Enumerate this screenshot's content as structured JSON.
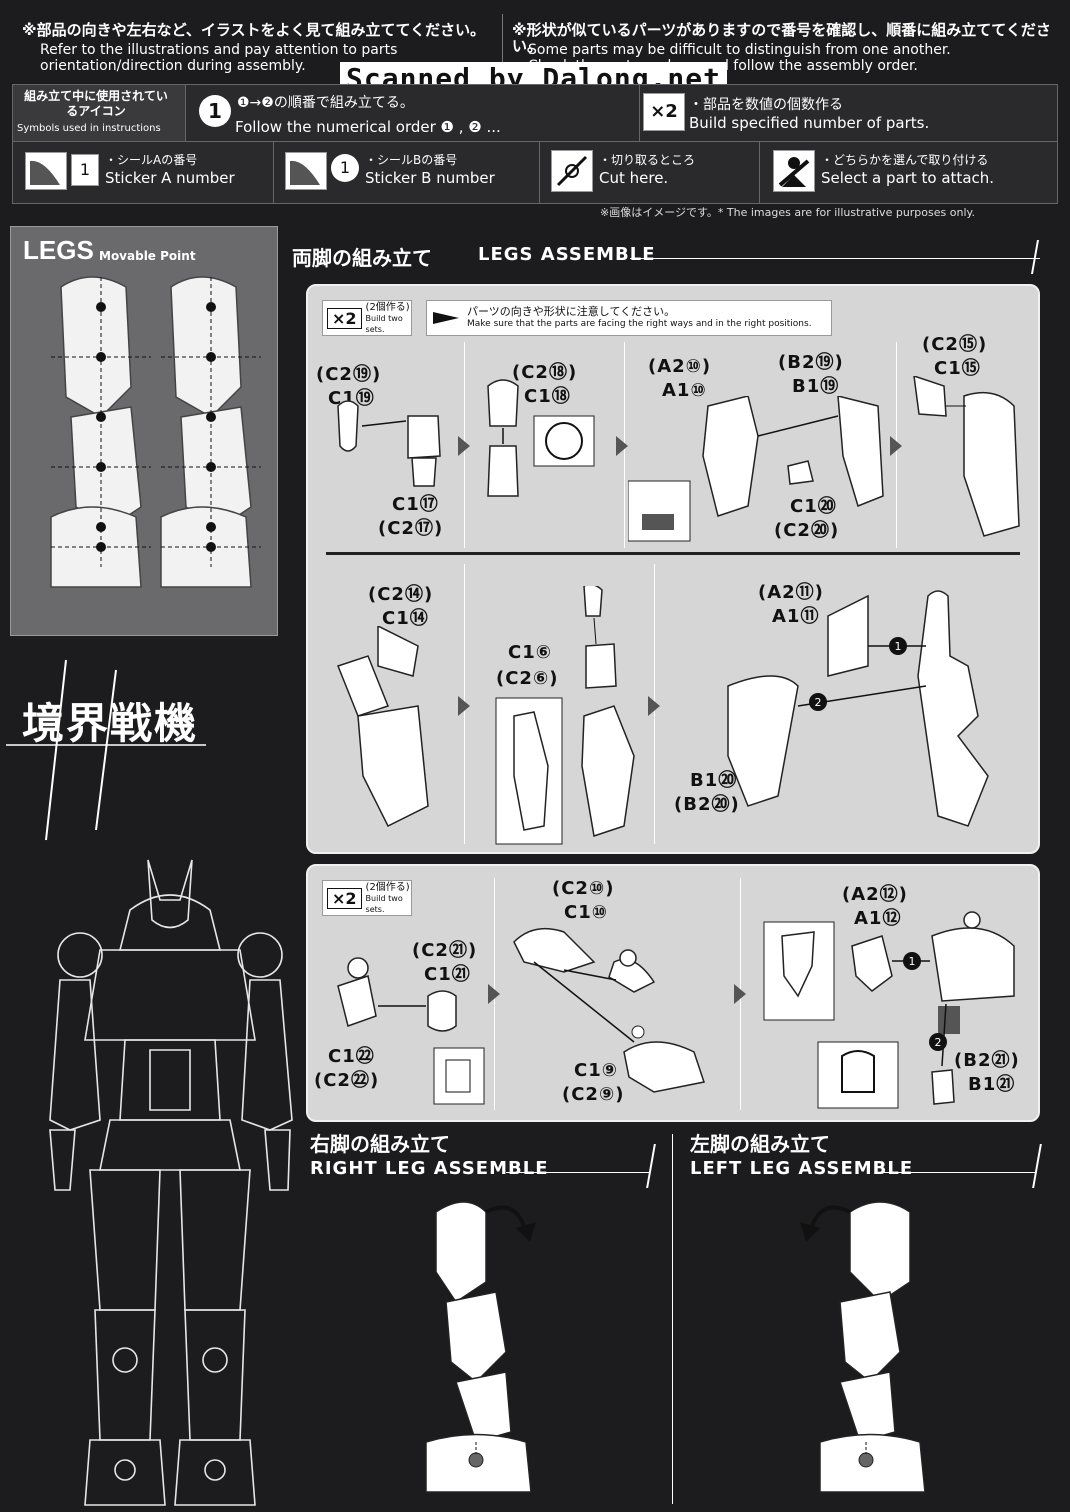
{
  "header": {
    "note1_jp": "※部品の向きや左右など、イラストをよく見て組み立ててください。",
    "note1_en": "Refer to the illustrations and pay attention to parts orientation/direction during assembly.",
    "note2_jp": "※形状が似ているパーツがありますので番号を確認し、順番に組み立ててください。",
    "note2_en": "Some parts may be difficult to distinguish from one another. Check the part numbers and follow the assembly order.",
    "watermark": "Scanned by Dalong.net"
  },
  "symbols": {
    "title_jp": "組み立て中に使用されているアイコン",
    "title_en": "Symbols used in instructions",
    "order_icon": "1",
    "order_jp": "❶→❷の順番で組み立てる。",
    "order_en": "Follow the numerical order ❶ , ❷ ...",
    "multi_icon": "×2",
    "multi_jp": "・部品を数値の個数作る",
    "multi_en": "Build specified number of parts.",
    "stickerA_num": "1",
    "stickerA_jp": "・シールAの番号",
    "stickerA_en": "Sticker A number",
    "stickerB_num": "1",
    "stickerB_jp": "・シールBの番号",
    "stickerB_en": "Sticker B number",
    "cut_jp": "・切り取るところ",
    "cut_en": "Cut here.",
    "select_jp": "・どちらかを選んで取り付ける",
    "select_en": "Select a part to attach.",
    "image_note": "※画像はイメージです。* The images are for illustrative purposes only."
  },
  "legs_box": {
    "title": "LEGS",
    "subtitle": "Movable Point"
  },
  "logo_text": "境界戦機",
  "section_title": {
    "jp": "両脚の組み立て",
    "en": "LEGS ASSEMBLE"
  },
  "panel1": {
    "x2_icon": "×2",
    "x2_jp": "(2個作る)",
    "x2_en": "Build two sets.",
    "note_jp": "パーツの向きや形状に注意してください。",
    "note_en": "Make sure that the parts are facing the right ways and in the right positions.",
    "labels": [
      "(C2⑲)",
      "C1⑲",
      "C1⑰",
      "(C2⑰)",
      "(C2⑱)",
      "C1⑱",
      "(A2⑩)",
      "A1⑩",
      "(B2⑲)",
      "B1⑲",
      "C1⑳",
      "(C2⑳)",
      "(C2⑮)",
      "C1⑮"
    ]
  },
  "panel1b": {
    "labels": [
      "(C2⑭)",
      "C1⑭",
      "C1⑥",
      "(C2⑥)",
      "(A2⑪)",
      "A1⑪",
      "B1⑳",
      "(B2⑳)"
    ],
    "step1": "1",
    "step2": "2"
  },
  "panel2": {
    "x2_icon": "×2",
    "x2_jp": "(2個作る)",
    "x2_en": "Build two sets.",
    "labels": [
      "(C2㉑)",
      "C1㉑",
      "C1㉒",
      "(C2㉒)",
      "(C2⑩)",
      "C1⑩",
      "C1⑨",
      "(C2⑨)",
      "(A2⑫)",
      "A1⑫",
      "(B2㉑)",
      "B1㉑"
    ],
    "step1": "1",
    "step2": "2"
  },
  "right_leg": {
    "jp": "右脚の組み立て",
    "en": "RIGHT LEG ASSEMBLE"
  },
  "left_leg": {
    "jp": "左脚の組み立て",
    "en": "LEFT LEG ASSEMBLE"
  }
}
